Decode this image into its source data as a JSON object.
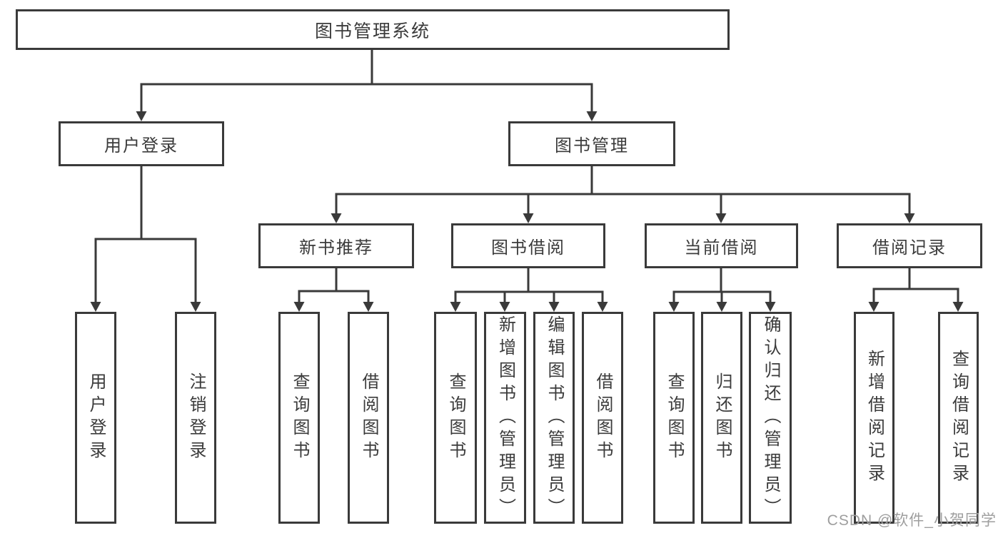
{
  "diagram": {
    "type": "hierarchy-tree",
    "colors": {
      "line": "#3a3a3a",
      "text": "#3b3b3b",
      "box_background": "#ffffff",
      "watermark": "#9e9e9e"
    },
    "tree": {
      "label": "图书管理系统",
      "children": [
        {
          "label": "用户登录",
          "children": [
            {
              "label": "用户登录"
            },
            {
              "label": "注销登录"
            }
          ]
        },
        {
          "label": "图书管理",
          "children": [
            {
              "label": "新书推荐",
              "children": [
                {
                  "label": "查询图书"
                },
                {
                  "label": "借阅图书"
                }
              ]
            },
            {
              "label": "图书借阅",
              "children": [
                {
                  "label": "查询图书"
                },
                {
                  "label": "新增图书（管理员）"
                },
                {
                  "label": "编辑图书（管理员）"
                },
                {
                  "label": "借阅图书"
                }
              ]
            },
            {
              "label": "当前借阅",
              "children": [
                {
                  "label": "查询图书"
                },
                {
                  "label": "归还图书"
                },
                {
                  "label": "确认归还（管理员）"
                }
              ]
            },
            {
              "label": "借阅记录",
              "children": [
                {
                  "label": "新增借阅记录"
                },
                {
                  "label": "查询借阅记录"
                }
              ]
            }
          ]
        }
      ]
    },
    "watermark": "CSDN @软件_小贺同学"
  }
}
